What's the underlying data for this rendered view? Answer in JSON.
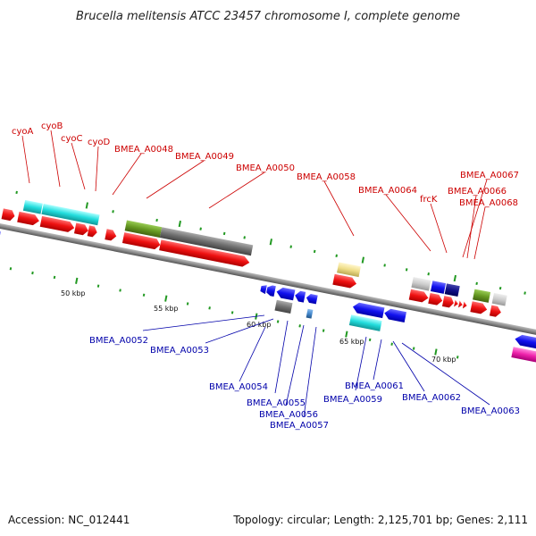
{
  "title": "Brucella melitensis ATCC 23457 chromosome I, complete genome",
  "footer": {
    "accession": "Accession: NC_012441",
    "summary": "Topology: circular; Length: 2,125,701 bp; Genes: 2,111"
  },
  "scale_labels": [
    "50 kbp",
    "55 kbp",
    "60 kbp",
    "65 kbp",
    "70 kbp"
  ],
  "upper_labels": [
    "cyoA",
    "cyoB",
    "cyoC",
    "cyoD",
    "BMEA_A0048",
    "BMEA_A0049",
    "BMEA_A0050",
    "BMEA_A0058",
    "BMEA_A0064",
    "frcK",
    "BMEA_A0067",
    "BMEA_A0066",
    "BMEA_A0068"
  ],
  "lower_labels": [
    "BMEA_A0052",
    "BMEA_A0053",
    "BMEA_A0054",
    "BMEA_A0055",
    "BMEA_A0056",
    "BMEA_A0057",
    "BMEA_A0061",
    "BMEA_A0059",
    "BMEA_A0062",
    "BMEA_A0063"
  ],
  "colors": {
    "forward_gene": "#ee1111",
    "reverse_gene": "#1111ee",
    "backbone": "#8a8a8a",
    "tick": "#229922",
    "label_forward": "#cc0000",
    "label_reverse": "#0000aa",
    "cyan_feature": "#22dddd",
    "olive_feature": "#669922",
    "gray_feature": "#707070",
    "pink_feature": "#ee22aa",
    "yellow_feature": "#eedd88",
    "navy_feature": "#111188",
    "steel_feature": "#4488cc",
    "light_gray_feature": "#cccccc"
  }
}
